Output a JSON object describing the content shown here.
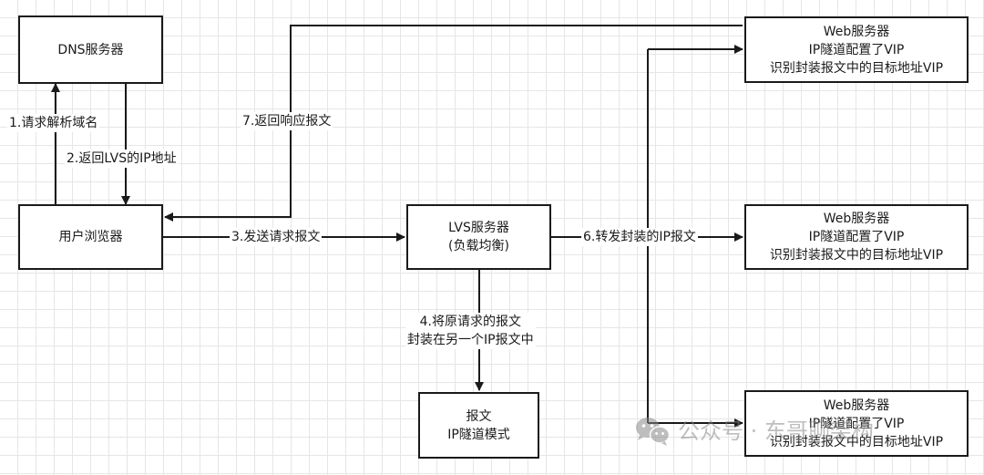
{
  "nodes": {
    "dns": {
      "label": "DNS服务器"
    },
    "browser": {
      "label": "用户浏览器"
    },
    "lvs": {
      "lines": [
        "LVS服务器",
        "(负载均衡)"
      ]
    },
    "packet": {
      "lines": [
        "报文",
        "IP隧道模式"
      ]
    },
    "web1": {
      "lines": [
        "Web服务器",
        "IP隧道配置了VIP",
        "识别封装报文中的目标地址VIP"
      ]
    },
    "web2": {
      "lines": [
        "Web服务器",
        "IP隧道配置了VIP",
        "识别封装报文中的目标地址VIP"
      ]
    },
    "web3": {
      "lines": [
        "Web服务器",
        "IP隧道配置了VIP",
        "识别封装报文中的目标地址VIP"
      ]
    }
  },
  "edges": {
    "e1": "1.请求解析域名",
    "e2": "2.返回LVS的IP地址",
    "e3": "3.发送请求报文",
    "e4": [
      "4.将原请求的报文",
      "封装在另一个IP报文中"
    ],
    "e6": "6.转发封装的IP报文",
    "e7": "7.返回响应报文"
  },
  "watermark": {
    "text": "公众号 · 东哥聊架构",
    "icon": "wechat-icon"
  },
  "colors": {
    "stroke": "#1a1a1a",
    "grid": "#e6e6e6",
    "watermark": "#8a8a8a"
  }
}
